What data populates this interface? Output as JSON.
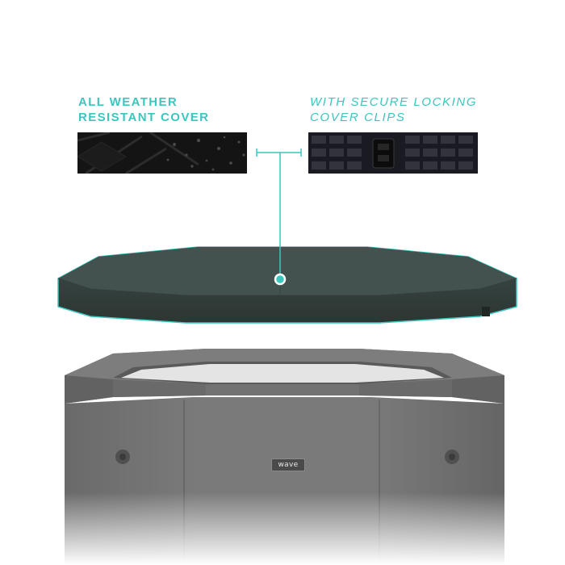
{
  "features": {
    "left_title_line1": "ALL WEATHER",
    "left_title_line2": "RESISTANT COVER",
    "right_title_line1": "WITH SECURE LOCKING",
    "right_title_line2": "COVER CLIPS"
  },
  "brand": {
    "logo_text": "wave"
  },
  "colors": {
    "accent": "#3cc6bd",
    "cover": "#3c4946",
    "tub": "#6e6e6e"
  }
}
